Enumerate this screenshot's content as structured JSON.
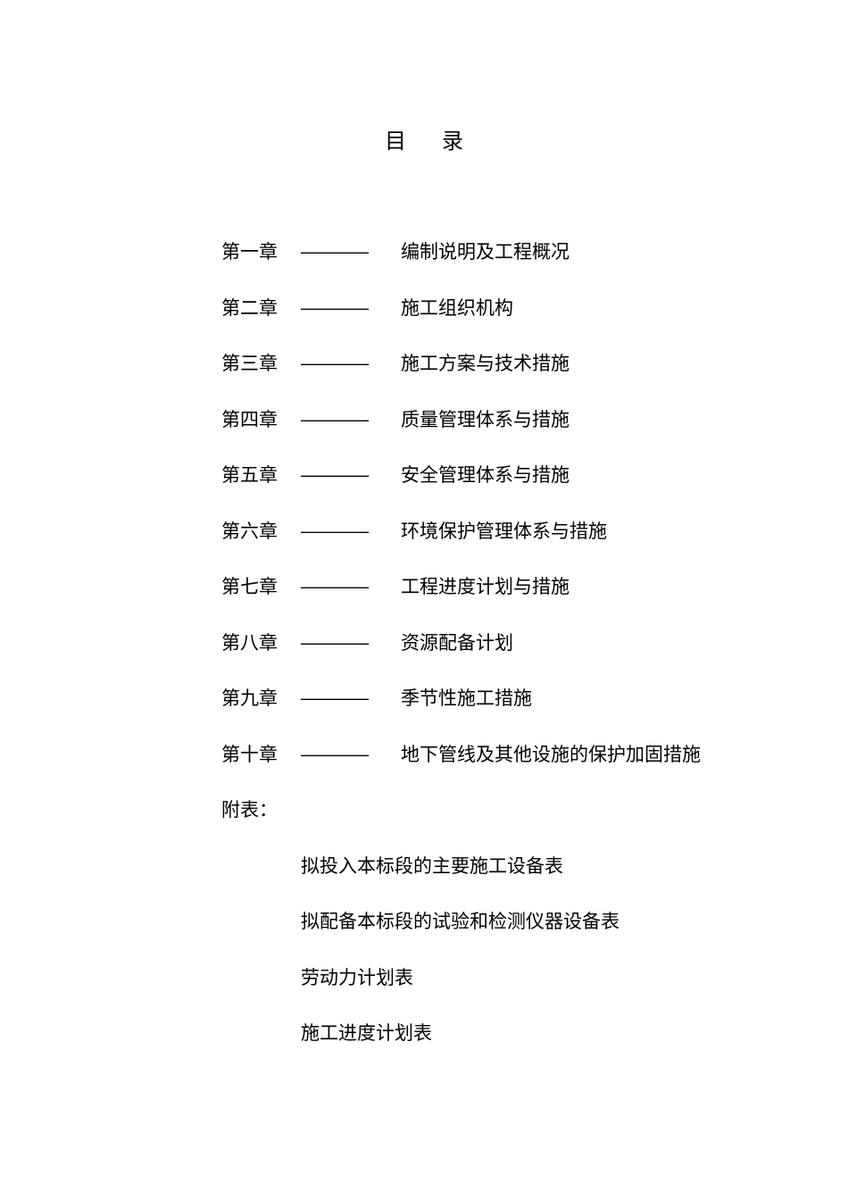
{
  "title": {
    "char1": "目",
    "char2": "录"
  },
  "chapters": [
    {
      "num": "第一章",
      "dash": "————",
      "name": "编制说明及工程概况"
    },
    {
      "num": "第二章",
      "dash": "————",
      "name": "施工组织机构"
    },
    {
      "num": "第三章",
      "dash": "————",
      "name": "施工方案与技术措施"
    },
    {
      "num": "第四章",
      "dash": "————",
      "name": "质量管理体系与措施"
    },
    {
      "num": "第五章",
      "dash": "————",
      "name": "安全管理体系与措施"
    },
    {
      "num": "第六章",
      "dash": "————",
      "name": "环境保护管理体系与措施"
    },
    {
      "num": "第七章",
      "dash": "————",
      "name": "工程进度计划与措施"
    },
    {
      "num": "第八章",
      "dash": "————",
      "name": "资源配备计划"
    },
    {
      "num": "第九章",
      "dash": "————",
      "name": "季节性施工措施"
    },
    {
      "num": "第十章",
      "dash": "————",
      "name": "地下管线及其他设施的保护加固措施"
    }
  ],
  "appendix": {
    "label": "附表：",
    "items": [
      "拟投入本标段的主要施工设备表",
      "拟配备本标段的试验和检测仪器设备表",
      "劳动力计划表",
      "施工进度计划表"
    ]
  }
}
